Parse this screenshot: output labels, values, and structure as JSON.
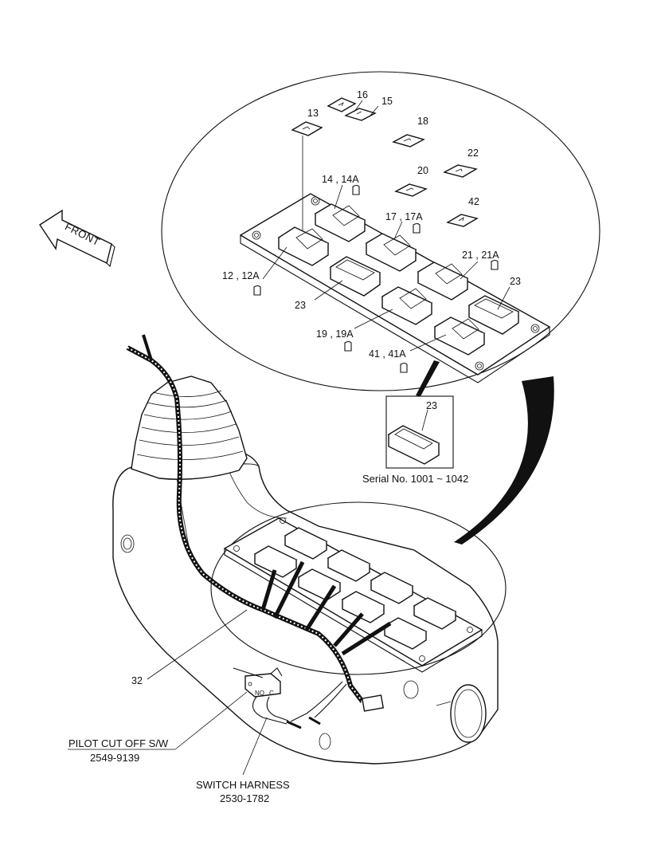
{
  "diagram": {
    "front_arrow_label": "FRONT",
    "callouts": {
      "c13": "13",
      "c16": "16",
      "c15": "15",
      "c18": "18",
      "c22": "22",
      "c20": "20",
      "c42": "42",
      "c14": "14 , 14A",
      "c17": "17 , 17A",
      "c12": "12 , 12A",
      "c21": "21 , 21A",
      "c23a": "23",
      "c23b": "23",
      "c19": "19 , 19A",
      "c41": "41 , 41A",
      "c23c": "23",
      "c32": "32"
    },
    "inset_caption": "Serial No. 1001 ~ 1042",
    "parts": {
      "pilot_cut_off_name": "PILOT CUT OFF S/W",
      "pilot_cut_off_number": "2549-9139",
      "switch_harness_name": "SWITCH HARNESS",
      "switch_harness_number": "2530-1782",
      "contact_no": "NO",
      "contact_c": "C"
    }
  }
}
